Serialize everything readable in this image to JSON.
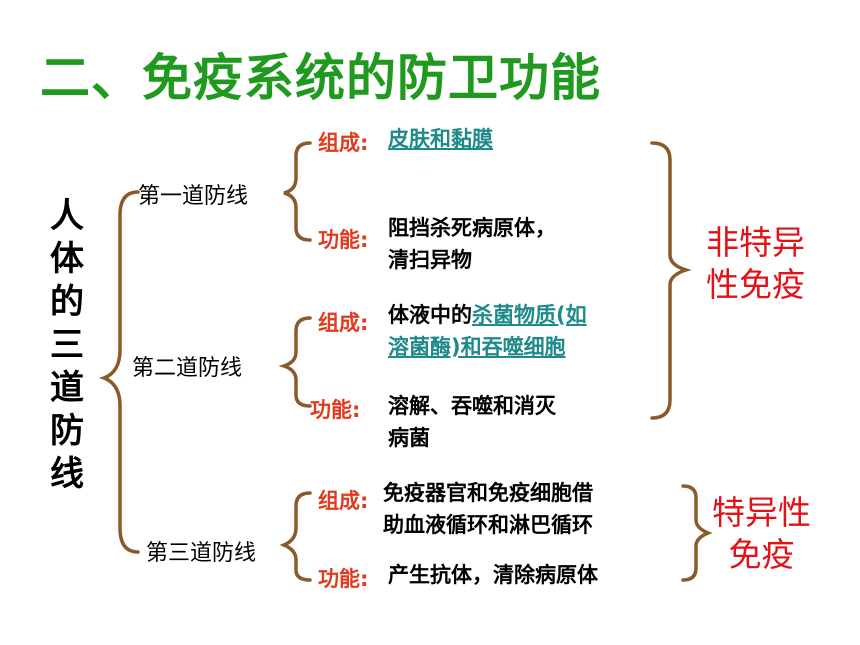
{
  "title": "二、免疫系统的防卫功能",
  "left_label": [
    "人",
    "体",
    "的",
    "三",
    "道",
    "防",
    "线"
  ],
  "lines": [
    {
      "name": "第一道防线",
      "composition_label": "组成:",
      "composition_text": [
        {
          "text": "皮肤和黏膜",
          "link": true
        }
      ],
      "function_label": "功能:",
      "function_text": [
        "阻挡杀死病原体，",
        "清扫异物"
      ]
    },
    {
      "name": "第二道防线",
      "composition_label": "组成:",
      "composition_line1_plain": "体液中的",
      "composition_line1_link": "杀菌物质(如",
      "composition_line2_link": "溶菌酶)和吞噬细胞",
      "function_label": "功能:",
      "function_text": [
        "溶解、吞噬和消灭",
        "病菌"
      ]
    },
    {
      "name": "第三道防线",
      "composition_label": "组成:",
      "composition_text": [
        "免疫器官和免疫细胞借",
        "助血液循环和淋巴循环"
      ],
      "function_label": "功能:",
      "function_text": [
        "产生抗体，清除病原体"
      ]
    }
  ],
  "results": {
    "nonspecific": [
      "非特异",
      "性免疫"
    ],
    "specific": [
      "特异性",
      "免疫"
    ]
  },
  "colors": {
    "title": "#1f9a1f",
    "label": "#e23a1e",
    "link": "#1f8a8a",
    "result": "#e0121a",
    "brace": "#8b5a2b"
  }
}
